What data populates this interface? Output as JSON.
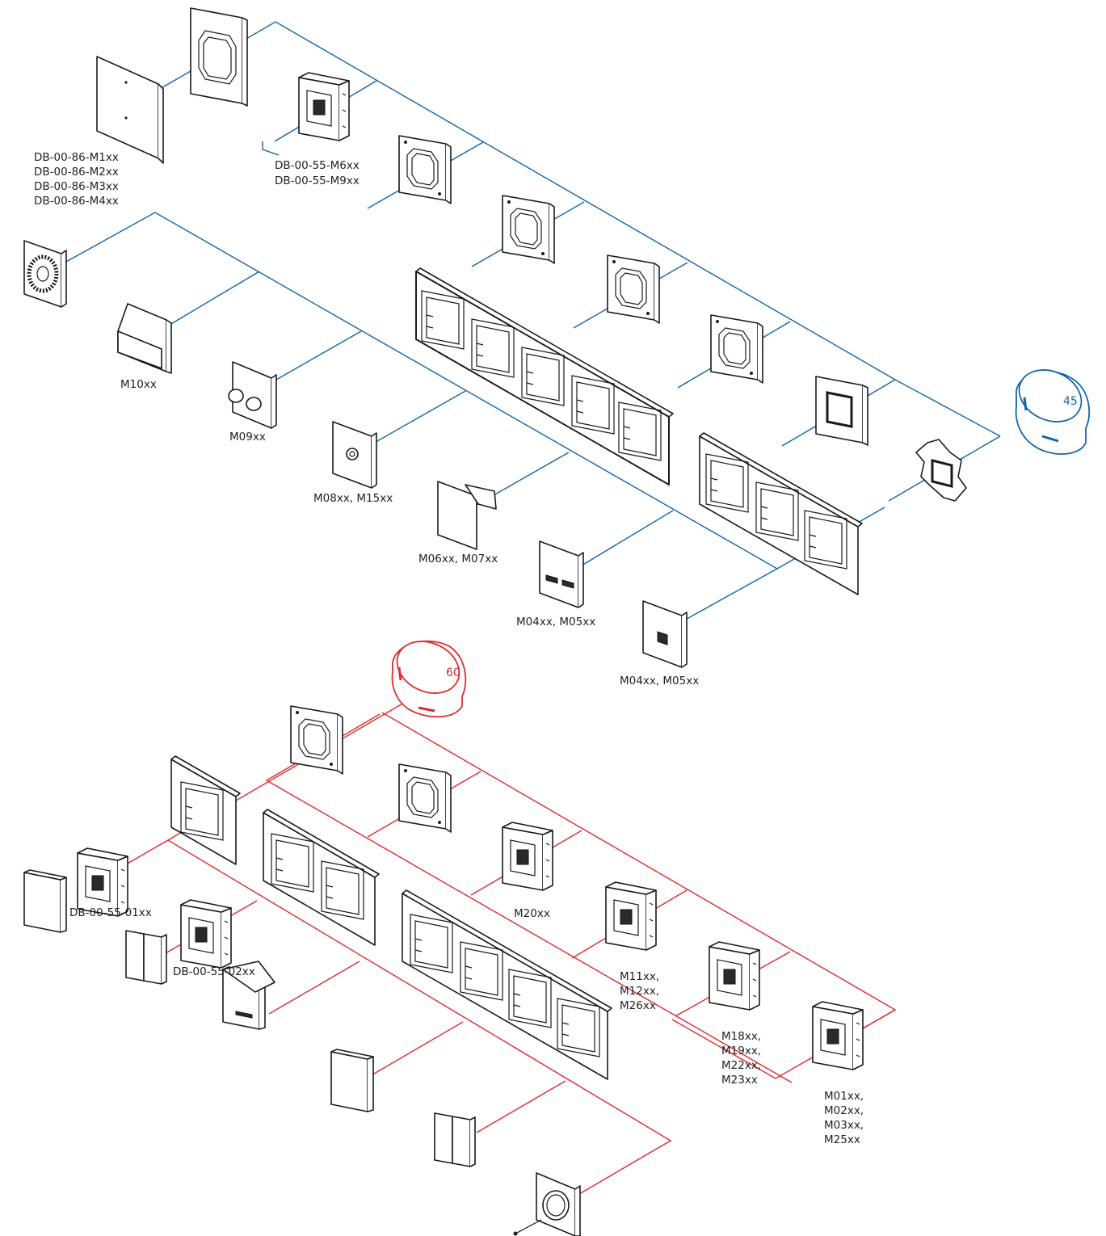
{
  "colors": {
    "series_45": "#1565a8",
    "series_60": "#e02a30",
    "part_outline": "#1a1a1a"
  },
  "boxes": {
    "box_45": "45",
    "box_60": "60"
  },
  "labels": {
    "db86_1": "DB-00-86-M1xx",
    "db86_2": "DB-00-86-M2xx",
    "db86_3": "DB-00-86-M3xx",
    "db86_4": "DB-00-86-M4xx",
    "db55_m6": "DB-00-55-M6xx",
    "db55_m9": "DB-00-55-M9xx",
    "m10": "M10xx",
    "m09": "M09xx",
    "m08_m15": "M08xx, M15xx",
    "m06_m07": "M06xx, M07xx",
    "m04_m05_a": "M04xx, M05xx",
    "m04_m05_b": "M04xx, M05xx",
    "db55_01": "DB-00-55-01xx",
    "db55_02": "DB-00-55-02xx",
    "m20": "M20xx",
    "m11_1": "M11xx,",
    "m11_2": "M12xx,",
    "m11_3": "M26xx",
    "m18_1": "M18xx,",
    "m18_2": "M19xx,",
    "m18_3": "M22xx,",
    "m18_4": "M23xx",
    "m01_1": "M01xx,",
    "m01_2": "M02xx,",
    "m01_3": "M03xx,",
    "m01_4": "M25xx"
  }
}
